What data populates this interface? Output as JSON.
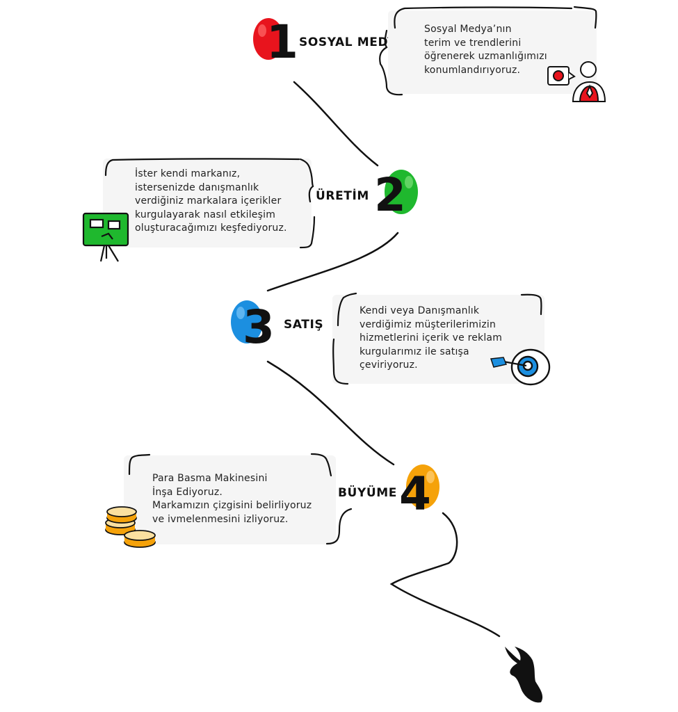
{
  "steps": [
    {
      "number": "1",
      "title": "SOSYAL MEDYA",
      "color": "#e8141d",
      "description": "Sosyal Medya’nın\nterim ve trendlerini\nöğrenerek uzmanlığımızı\nkonumlandırıyoruz.",
      "icon": "social-media-person-icon"
    },
    {
      "number": "2",
      "title": "ÜRETİM",
      "color": "#1fb82e",
      "description": "İster kendi markanız,\nistersenizde danışmanlık\nverdiğiniz markalara içerikler\nkurgulayarak nasıl etkileşim\noluşturacağımızı keşfediyoruz.",
      "icon": "presentation-board-icon"
    },
    {
      "number": "3",
      "title": "SATIŞ",
      "color": "#1c8fe0",
      "description": "Kendi veya Danışmanlık\nverdiğimiz müşterilerimizin\nhizmetlerini içerik ve reklam\nkurgularımız ile satışa\nçeviriyoruz.",
      "icon": "target-dart-icon"
    },
    {
      "number": "4",
      "title": "BÜYÜME",
      "color": "#f5a20a",
      "description": "Para Basma Makinesini\nİnşa Ediyoruz.\nMarkamızın çizgisini belirliyoruz\nve ivmelenmesini izliyoruz.",
      "icon": "coin-stack-icon"
    }
  ]
}
